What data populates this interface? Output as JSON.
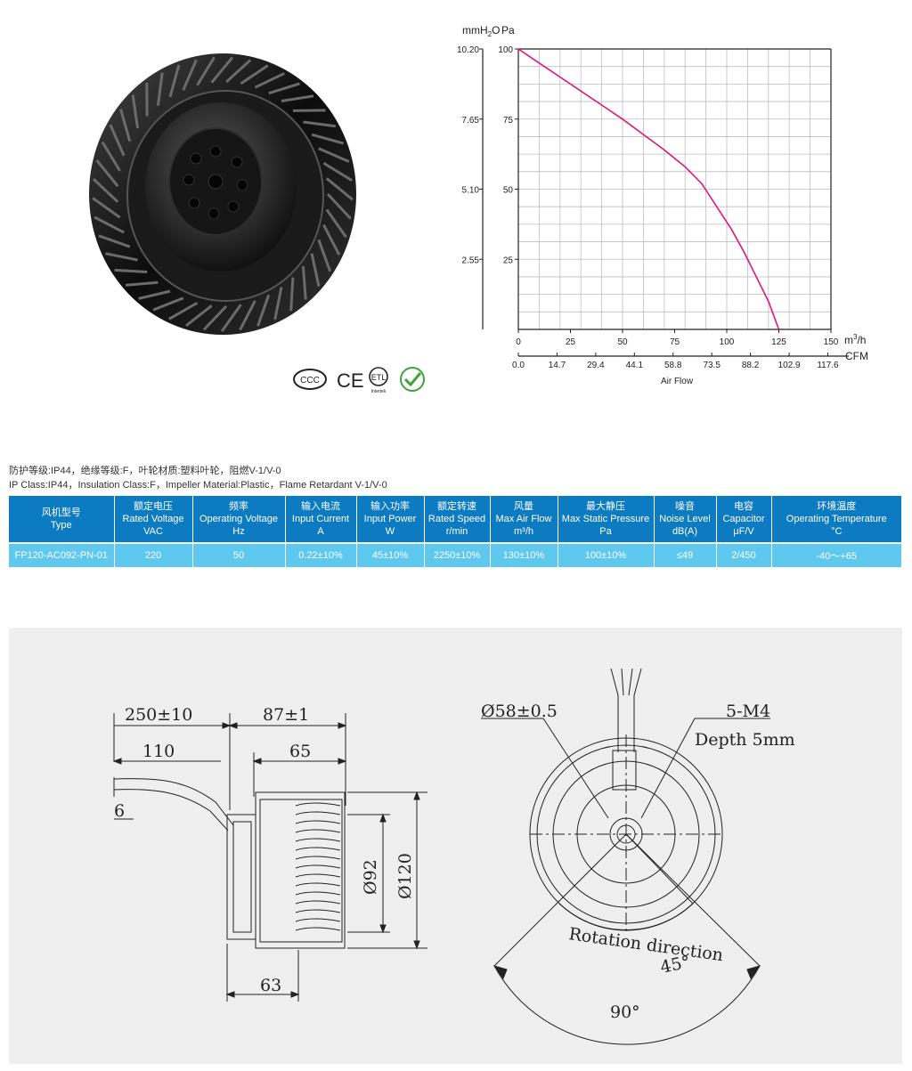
{
  "certifications": {
    "icons": [
      "ccc-mark-icon",
      "ce-mark-icon",
      "etl-mark-icon",
      "green-check-icon"
    ],
    "etl_caption": "Intertek"
  },
  "chart_data": {
    "type": "line",
    "left_axis": {
      "unit_label": "mmH",
      "unit_sub": "2",
      "unit_tail": "O",
      "ticks": [
        "10.20",
        "7.65",
        "5.10",
        "2.55"
      ]
    },
    "right_axis": {
      "unit_label": "Pa",
      "ticks": [
        "100",
        "75",
        "50",
        "25"
      ]
    },
    "x_axis_top": {
      "unit_label": "m",
      "unit_sup": "3",
      "unit_tail": "/h",
      "ticks": [
        "0",
        "25",
        "50",
        "75",
        "100",
        "125",
        "150"
      ]
    },
    "x_axis_bottom": {
      "unit_label": "CFM",
      "ticks": [
        "0.0",
        "14.7",
        "29.4",
        "44.1",
        "58.8",
        "73.5",
        "88.2",
        "102.9",
        "117.6"
      ]
    },
    "xlabel": "Air Flow",
    "xlim": [
      0,
      150
    ],
    "ylim": [
      0,
      100
    ],
    "grid": true,
    "line_color": "#e0157d",
    "series": [
      {
        "x": [
          0,
          10,
          20,
          30,
          40,
          50,
          60,
          70,
          80,
          88,
          95,
          102,
          108,
          114,
          120,
          125
        ],
        "y": [
          100,
          95,
          90,
          85,
          80,
          75,
          69.5,
          64,
          58,
          52,
          44,
          36,
          28,
          19,
          10,
          0
        ]
      }
    ]
  },
  "spec_notes": {
    "line_cn": "防护等级:IP44，绝缘等级:F，叶轮材质:塑料叶轮，阻燃V-1/V-0",
    "line_en": "IP Class:IP44，Insulation Class:F，Impeller Material:Plastic，Flame Retardant V-1/V-0"
  },
  "table": {
    "header_color": "#0c7bc2",
    "row_color": "#5ec8ef",
    "columns": [
      {
        "cn": "风机型号",
        "en": "Type",
        "unit": ""
      },
      {
        "cn": "额定电压",
        "en": "Rated Voltage",
        "unit": "VAC"
      },
      {
        "cn": "频率",
        "en": "Operating Voltage",
        "unit": "Hz"
      },
      {
        "cn": "输入电流",
        "en": "Input Current",
        "unit": "A"
      },
      {
        "cn": "输入功率",
        "en": "Input Power",
        "unit": "W"
      },
      {
        "cn": "额定转速",
        "en": "Rated Speed",
        "unit": "r/min"
      },
      {
        "cn": "风量",
        "en": "Max Air Flow",
        "unit": "m³/h"
      },
      {
        "cn": "最大静压",
        "en": "Max Static Pressure",
        "unit": "Pa"
      },
      {
        "cn": "噪音",
        "en": "Noise Level",
        "unit": "dB(A)"
      },
      {
        "cn": "电容",
        "en": "Capacitor",
        "unit": "μF/V"
      },
      {
        "cn": "环境温度",
        "en": "Operating Temperature",
        "unit": "°C"
      }
    ],
    "rows": [
      [
        "FP120-AC092-PN-01",
        "220",
        "50",
        "0.22±10%",
        "45±10%",
        "2250±10%",
        "130±10%",
        "100±10%",
        "≤49",
        "2/450",
        "-40～+65"
      ]
    ]
  },
  "drawing": {
    "side": {
      "cable_length": "250±10",
      "strip_length": "110",
      "wire_strip": "6",
      "body_depth": "87±1",
      "impeller_depth": "65",
      "base_depth": "63",
      "inner_dia": "Ø92",
      "outer_dia": "Ø120"
    },
    "front": {
      "hub_dia": "Ø58±0.5",
      "screws": "5-M4",
      "screw_depth": "Depth 5mm",
      "rotation": "Rotation direction",
      "angle_small": "45°",
      "angle_large": "90°"
    }
  }
}
